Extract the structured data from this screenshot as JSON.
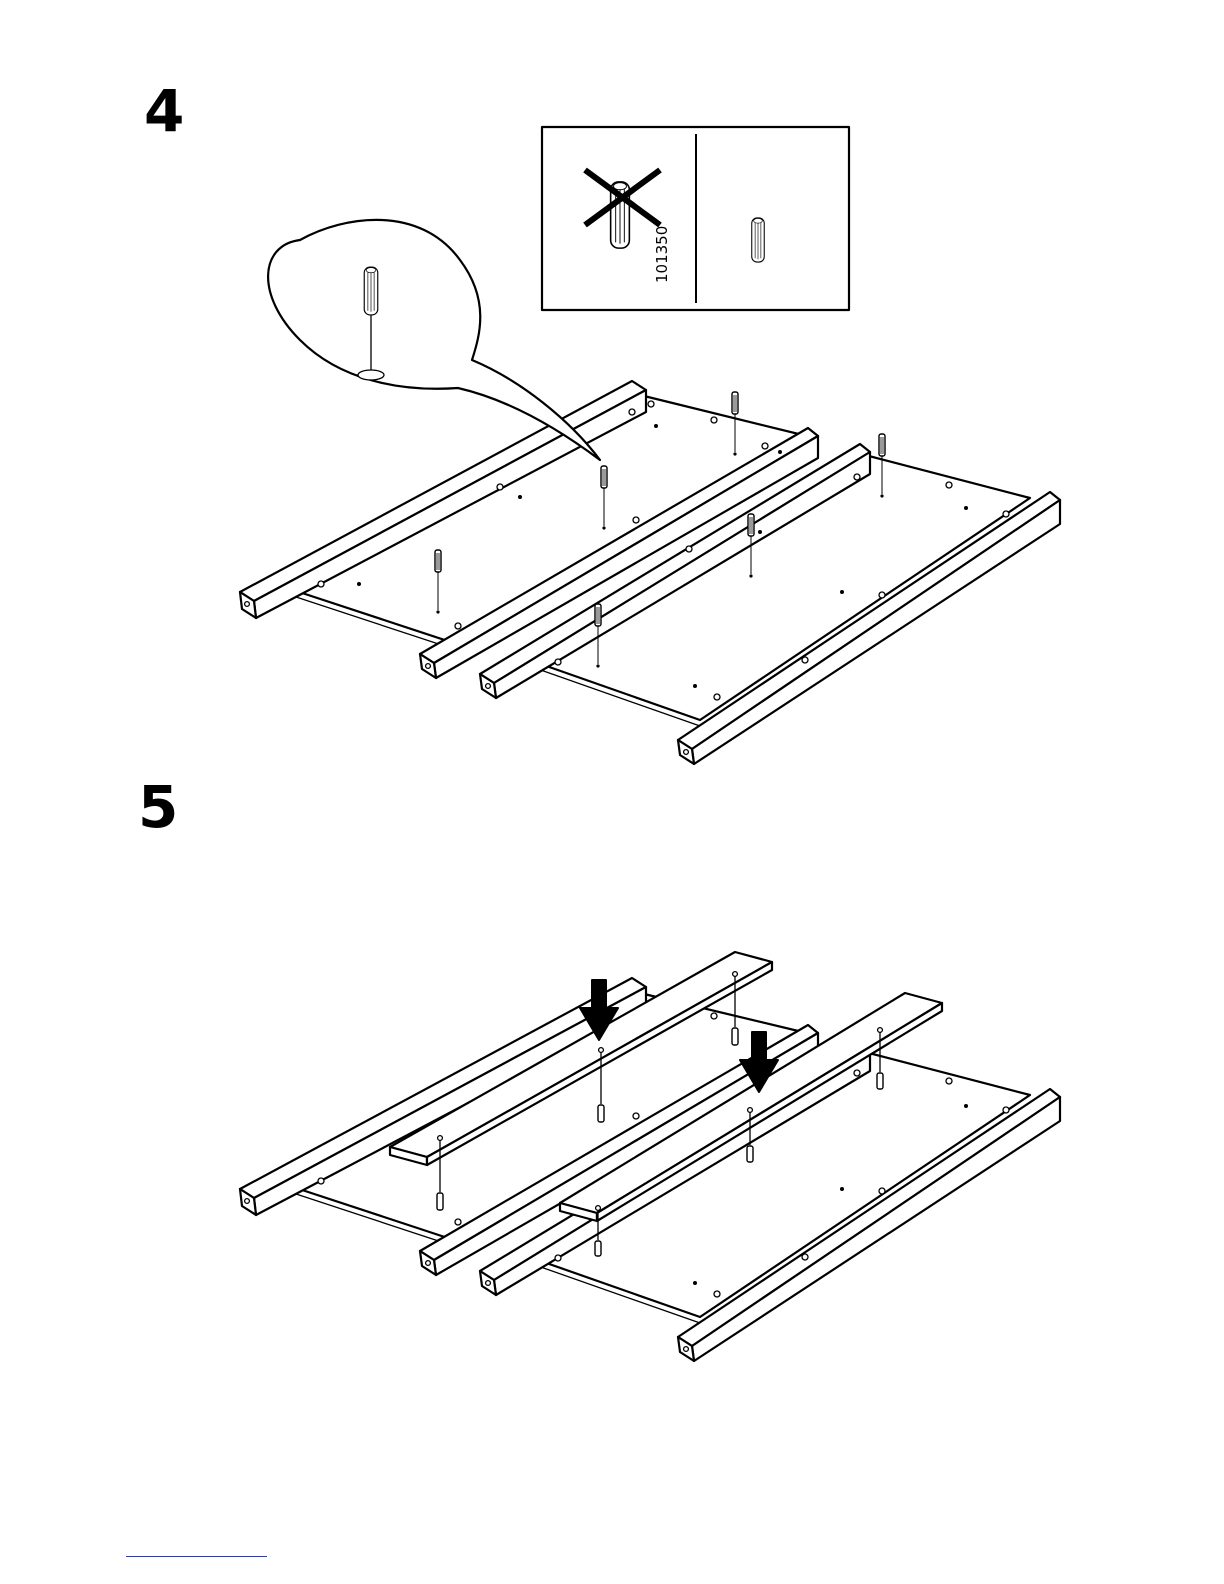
{
  "steps": [
    {
      "number": "4"
    },
    {
      "number": "5"
    }
  ],
  "dowel_comparison": {
    "wrong_part_code": "101350",
    "wrong_mark_icon": "cross-icon"
  },
  "colors": {
    "ink": "#000000",
    "paper": "#ffffff",
    "footer_rule": "#2f3ea0"
  }
}
